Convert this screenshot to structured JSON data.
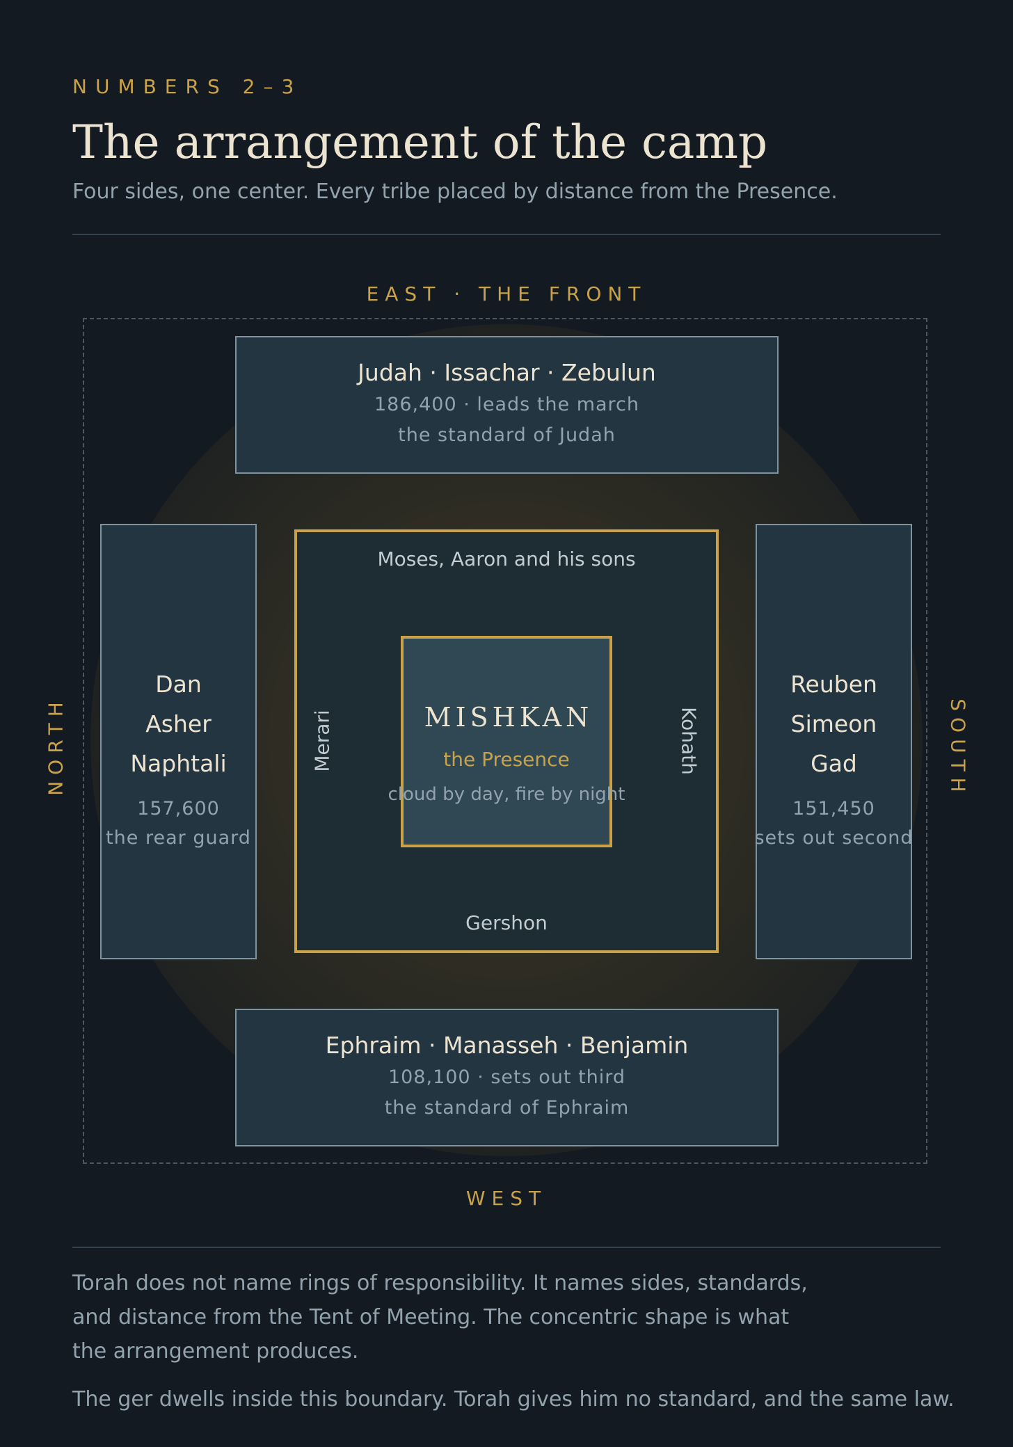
{
  "header": {
    "eyebrow": "NUMBERS 2–3",
    "title": "The arrangement of the camp",
    "subtitle": "Four sides, one center. Every tribe placed by distance from the Presence."
  },
  "compass": {
    "east": "EAST · THE FRONT",
    "west": "WEST",
    "north": "NORTH",
    "south": "SOUTH"
  },
  "camps": {
    "east": {
      "tribes": "Judah · Issachar · Zebulun",
      "detail": "186,400 · leads the march",
      "standard": "the standard of Judah"
    },
    "west": {
      "tribes": "Ephraim · Manasseh · Benjamin",
      "detail": "108,100 · sets out third",
      "standard": "the standard of Ephraim"
    },
    "north": {
      "tribes": [
        "Dan",
        "Asher",
        "Naphtali"
      ],
      "count": "157,600",
      "role": "the rear guard"
    },
    "south": {
      "tribes": [
        "Reuben",
        "Simeon",
        "Gad"
      ],
      "count": "151,450",
      "role": "sets out second"
    }
  },
  "levites": {
    "east": "Moses, Aaron and his sons",
    "north": "Merari",
    "south": "Kohath",
    "west": "Gershon"
  },
  "mishkan": {
    "name": "MISHKAN",
    "presence": "the Presence",
    "sign": "cloud by day, fire by night"
  },
  "notes": {
    "first": [
      "Torah does not name rings of responsibility. It names sides, standards,",
      "and distance from the Tent of Meeting. The concentric shape is what",
      "the arrangement produces."
    ],
    "second": "The ger dwells inside this boundary. Torah gives him no standard, and the same law."
  },
  "colors": {
    "background": "#131a22",
    "gold": "#c9a24a",
    "box": "#233540",
    "levite_ring": "#1e2c33",
    "mishkan": "#2f4853"
  }
}
